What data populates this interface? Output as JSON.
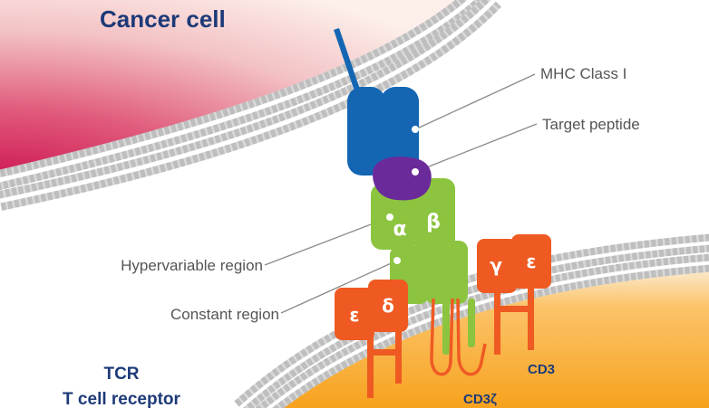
{
  "labels": {
    "cancer_cell": "Cancer cell",
    "mhc_class_i": "MHC Class I",
    "target_peptide": "Target peptide",
    "hypervariable_region": "Hypervariable region",
    "constant_region": "Constant region",
    "tcr_line1": "TCR",
    "tcr_line2": "T cell receptor",
    "cd3": "CD3",
    "cd3z": "CD3ζ"
  },
  "subunits": {
    "alpha": "α",
    "beta": "β",
    "epsilon_left": "ε",
    "delta": "δ",
    "gamma": "γ",
    "epsilon_right": "ε"
  },
  "colors": {
    "mhc_blue": "#1466b3",
    "peptide_purple": "#6a2a9a",
    "tcr_green": "#8cc43f",
    "cd3_orange": "#ef5a23",
    "title_blue": "#1d3a78",
    "membrane_gray": "#b8b8b8"
  }
}
